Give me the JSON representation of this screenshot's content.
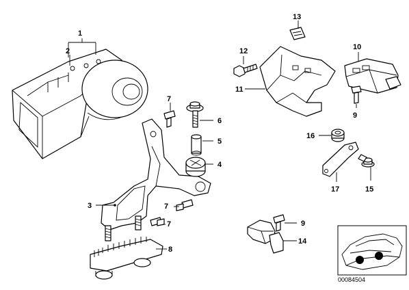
{
  "diagram": {
    "callouts": [
      "1",
      "2",
      "3",
      "4",
      "5",
      "6",
      "7",
      "7",
      "7",
      "8",
      "9",
      "9",
      "10",
      "11",
      "12",
      "13",
      "14",
      "15",
      "16",
      "17"
    ],
    "reference_id": "00084504"
  }
}
